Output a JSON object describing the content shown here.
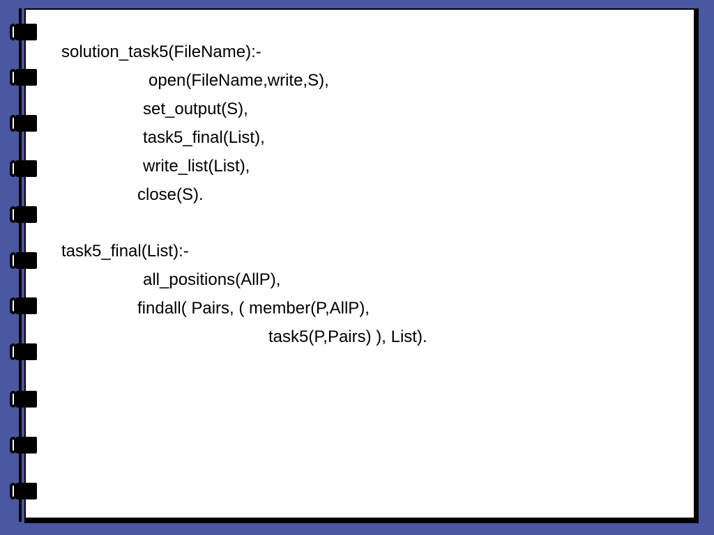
{
  "slide": {
    "colors": {
      "background": "#4a57a1",
      "page": "#ffffff",
      "border": "#000000",
      "text": "#000000"
    },
    "binder_ring_count": 11,
    "code_lines": [
      "solution_task5(FileName):-",
      "open(FileName,write,S),",
      "set_output(S),",
      "task5_final(List),",
      "write_list(List),",
      "close(S).",
      "task5_final(List):-",
      "all_positions(AllP),",
      "findall( Pairs, ( member(P,AllP),",
      "task5(P,Pairs) ), List)."
    ]
  }
}
